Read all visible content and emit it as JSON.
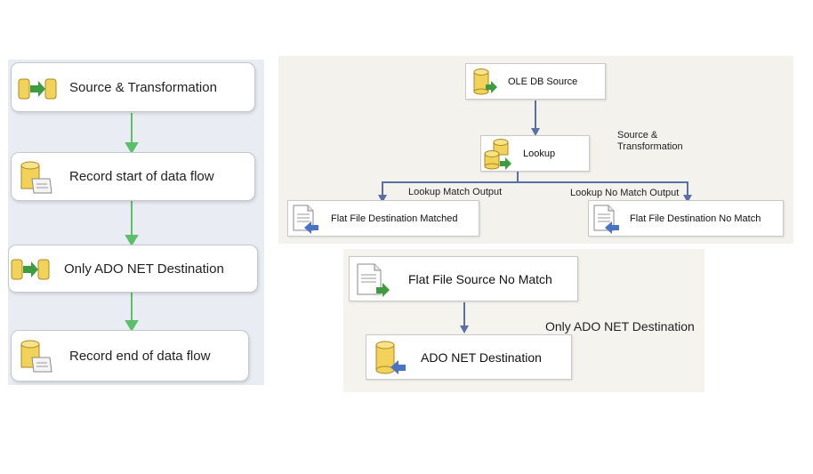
{
  "control_flow": {
    "tasks": [
      {
        "label": "Source & Transformation",
        "icon": "data-flow-task-icon"
      },
      {
        "label": "Record start of data flow",
        "icon": "execute-sql-task-icon"
      },
      {
        "label": "Only ADO NET Destination",
        "icon": "data-flow-task-icon"
      },
      {
        "label": "Record end of data flow",
        "icon": "execute-sql-task-icon"
      }
    ],
    "precedence_color": "#5bbf6a"
  },
  "data_flow_1": {
    "annotation_line1": "Source &",
    "annotation_line2": "Transformation",
    "components": {
      "source": "OLE DB Source",
      "lookup": "Lookup",
      "dest_matched": "Flat File Destination Matched",
      "dest_no_match": "Flat File Destination No Match"
    },
    "paths": {
      "match_output": "Lookup Match Output",
      "no_match_output": "Lookup No Match Output"
    },
    "path_color": "#5a6fa3"
  },
  "data_flow_2": {
    "annotation": "Only ADO NET Destination",
    "components": {
      "source": "Flat File Source No Match",
      "dest": "ADO NET Destination"
    }
  }
}
